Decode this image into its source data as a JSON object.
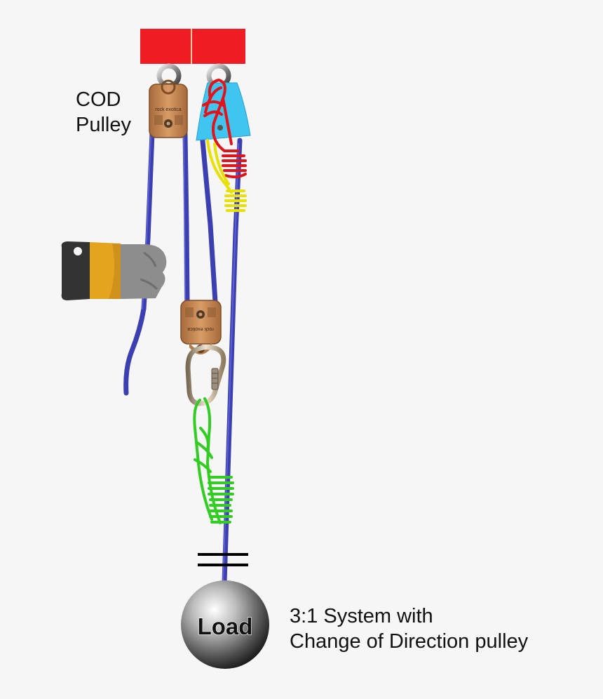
{
  "labels": {
    "cod_line1": "COD",
    "cod_line2": "Pulley",
    "caption_line1": "3:1 System with",
    "caption_line2": "Change of Direction pulley",
    "load": "Load",
    "pulley_brand": "rock exotica"
  },
  "colors": {
    "background": "#f6f6f6",
    "anchor": "#ee1c25",
    "rope": "#3b3fb0",
    "pulley": "#c58a55",
    "prusik_red": "#e0141a",
    "prusik_yellow": "#e8e000",
    "prusik_green": "#33cc22",
    "cam": "#40c4f0",
    "glove": "#e5a41e",
    "glove_cuff": "#8a8a8a",
    "glove_band": "#333333",
    "load": "#888888"
  },
  "icons": {
    "anchor": "anchor-block-icon",
    "ring": "anchor-ring-icon",
    "pulley": "pulley-icon",
    "carabiner": "carabiner-icon",
    "glove": "glove-hand-icon",
    "load": "load-ball-icon"
  }
}
